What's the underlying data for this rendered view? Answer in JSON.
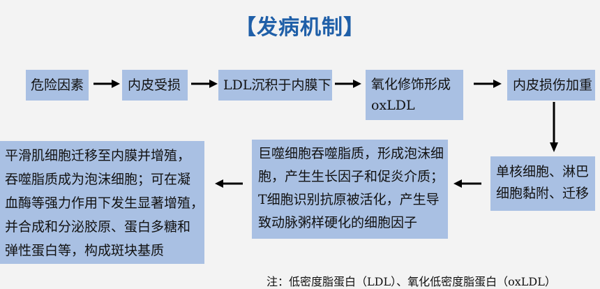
{
  "title": "【发病机制】",
  "steps": {
    "s1": "危险因素",
    "s2": "内皮受损",
    "s3": "LDL沉积于内膜下",
    "s4": [
      "氧化修饰形成",
      "oxLDL"
    ],
    "s5": "内皮损伤加重",
    "s6": [
      "单核细胞、淋巴",
      "细胞黏附、迁移"
    ],
    "s7": [
      "巨噬细胞吞噬脂质，形成泡沫细",
      "胞，产生生长因子和促炎介质；",
      "T细胞识别抗原被活化，产生导",
      "致动脉粥样硬化的细胞因子"
    ],
    "s8": [
      "平滑肌细胞迁移至内膜并增殖，",
      "吞噬脂质成为泡沫细胞；可在凝",
      "血酶等强力作用下发生显著增殖，",
      "并合成和分泌胶原、蛋白多糖和",
      "弹性蛋白等，构成斑块基质"
    ]
  },
  "note": "注：低密度脂蛋白（LDL）、氧化低密度脂蛋白（oxLDL）",
  "colors": {
    "box": "#a9c0e3",
    "title": "#1f5fa8",
    "arrow": "#000000"
  }
}
